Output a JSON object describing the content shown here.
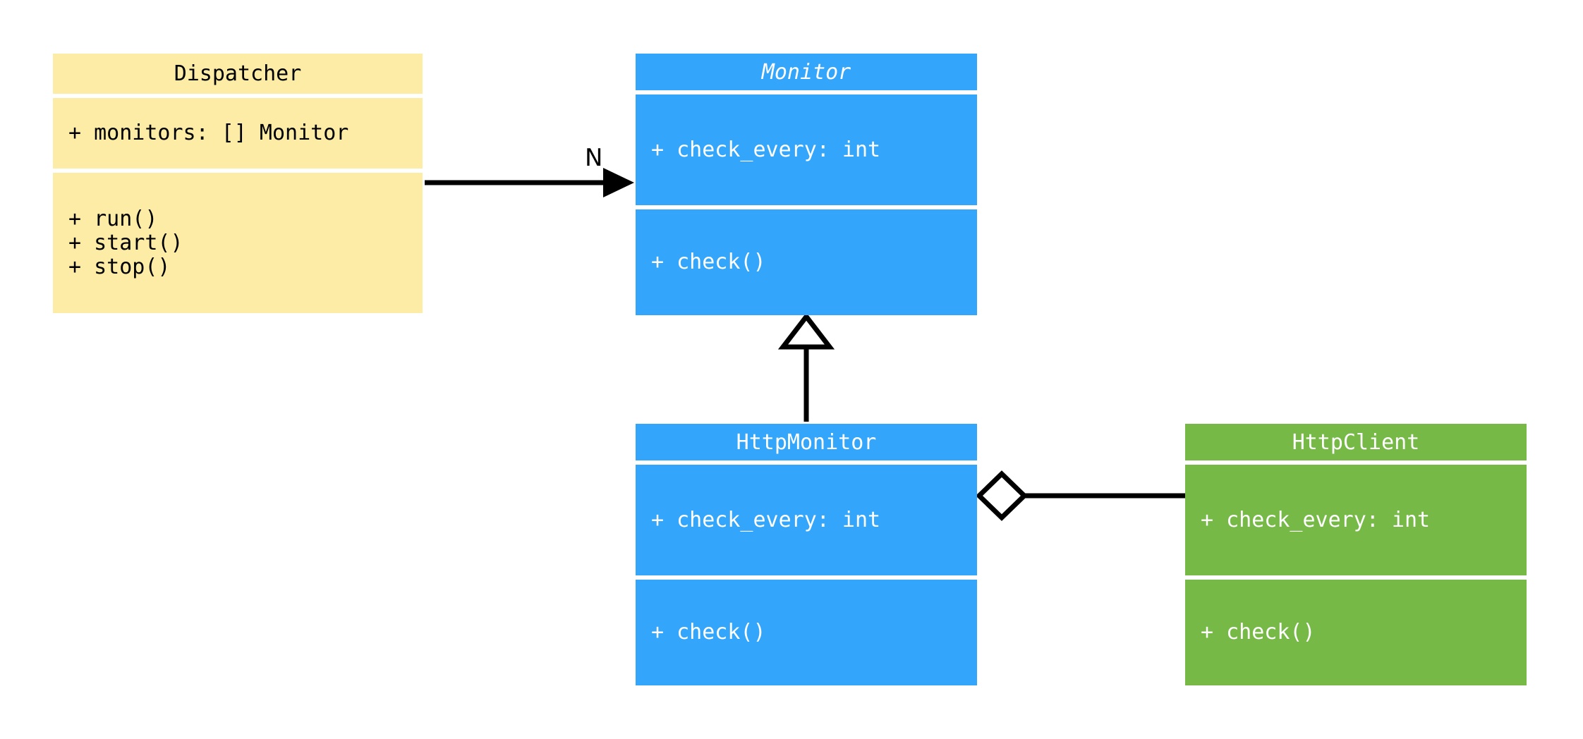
{
  "diagram": {
    "type": "uml-class-diagram",
    "background": "#ffffff",
    "classes": [
      {
        "id": "dispatcher",
        "name": "Dispatcher",
        "abstract": false,
        "fill": "#fdeca6",
        "text_color": "#000000",
        "attributes": [
          "+ monitors: [] Monitor"
        ],
        "methods": [
          "+ run()",
          "+ start()",
          "+ stop()"
        ]
      },
      {
        "id": "monitor",
        "name": "Monitor",
        "abstract": true,
        "fill": "#33a5fb",
        "text_color": "#ffffff",
        "attributes": [
          "+ check_every: int"
        ],
        "methods": [
          "+ check()"
        ]
      },
      {
        "id": "httpmonitor",
        "name": "HttpMonitor",
        "abstract": false,
        "fill": "#33a5fb",
        "text_color": "#ffffff",
        "attributes": [
          "+ check_every: int"
        ],
        "methods": [
          "+ check()"
        ]
      },
      {
        "id": "httpclient",
        "name": "HttpClient",
        "abstract": false,
        "fill": "#76b947",
        "text_color": "#ffffff",
        "attributes": [
          "+ check_every: int"
        ],
        "methods": [
          "+ check()"
        ]
      }
    ],
    "relationships": [
      {
        "id": "dispatcher-to-monitor",
        "from": "dispatcher",
        "to": "monitor",
        "kind": "association",
        "arrow": "filled-arrowhead",
        "label": "N"
      },
      {
        "id": "httpmonitor-to-monitor",
        "from": "httpmonitor",
        "to": "monitor",
        "kind": "generalization",
        "arrow": "hollow-triangle",
        "label": ""
      },
      {
        "id": "httpmonitor-to-httpclient",
        "from": "httpmonitor",
        "to": "httpclient",
        "kind": "aggregation",
        "arrow": "hollow-diamond",
        "label": ""
      }
    ],
    "line_color": "#000000"
  }
}
